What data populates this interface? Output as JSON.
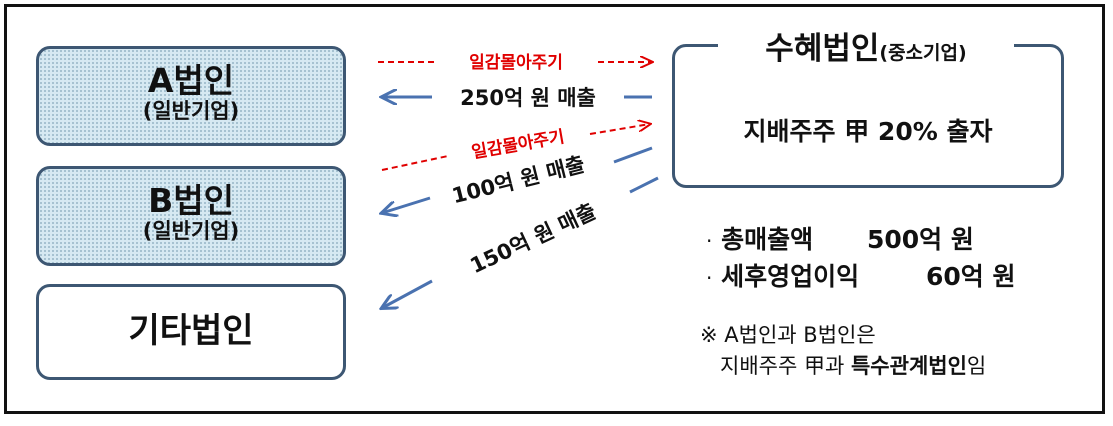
{
  "corporations": {
    "a": {
      "name": "A법인",
      "type": "(일반기업)"
    },
    "b": {
      "name": "B법인",
      "type": "(일반기업)"
    },
    "other": {
      "name": "기타법인"
    }
  },
  "beneficiary": {
    "name": "수혜법인",
    "type": "(중소기업)",
    "ownership": "지배주주 甲 20% 출자"
  },
  "flows": {
    "a_support": "일감몰아주기",
    "a_sales": "250억 원 매출",
    "b_support": "일감몰아주기",
    "b_sales": "100억 원 매출",
    "other_sales": "150억 원 매출"
  },
  "stats": {
    "bullet": "·",
    "total_sales_label": "총매출액",
    "total_sales_value": "500억 원",
    "op_income_label": "세후영업이익",
    "op_income_value": "60억 원"
  },
  "note": {
    "symbol": "※",
    "line1": "A법인과 B법인은",
    "line2_prefix": "지배주주 甲과 ",
    "line2_bold": "특수관계법인",
    "line2_suffix": "임"
  },
  "colors": {
    "support_arrow": "#e00000",
    "sales_arrow": "#4a72b0",
    "box_border": "#3d5773"
  }
}
